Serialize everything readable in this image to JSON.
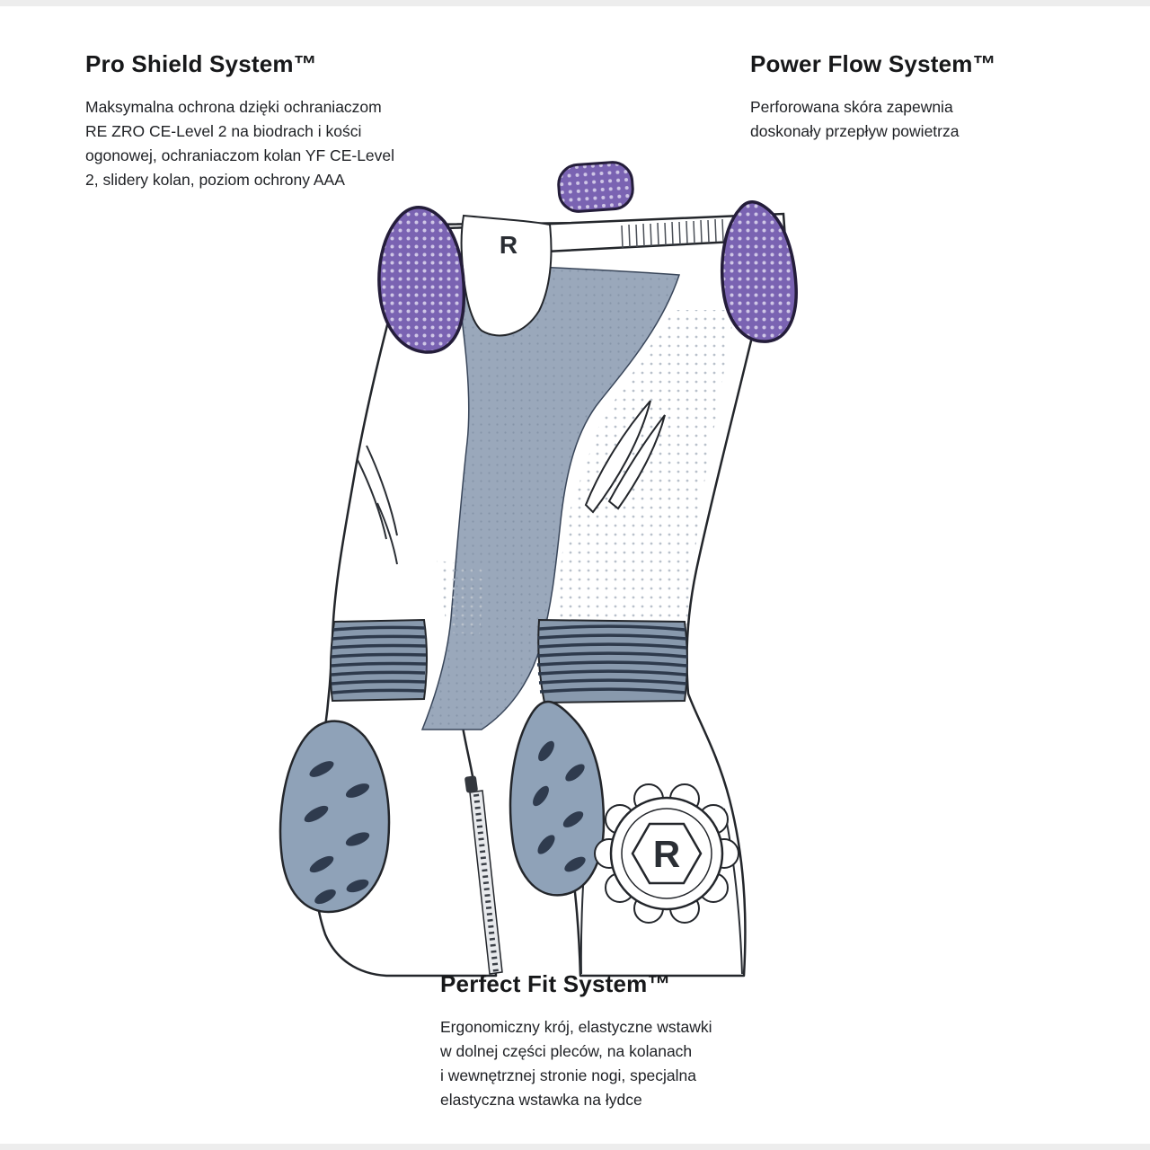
{
  "features": {
    "pro_shield": {
      "title": "Pro Shield System™",
      "lines": [
        "Maksymalna ochrona dzięki ochraniaczom",
        "RE ZRO CE-Level 2 na biodrach i kości",
        "ogonowej, ochraniaczom kolan YF CE-Level",
        "2, slidery kolan, poziom ochrony AAA"
      ]
    },
    "power_flow": {
      "title": "Power Flow System™",
      "lines": [
        "Perforowana skóra zapewnia",
        "doskonały przepływ powietrza"
      ]
    },
    "perfect_fit": {
      "title": "Perfect Fit System™",
      "lines": [
        "Ergonomiczny krój, elastyczne wstawki",
        "w dolnej części pleców, na kolanach",
        "i wewnętrznej stronie nogi, specjalna",
        "elastyczna wstawka na łydce"
      ]
    }
  },
  "illustration": {
    "subject": "motorcycle-racing-pants-technical-drawing",
    "brand_mark": "R",
    "patch_letter": "R",
    "colors": {
      "outline": "#23262b",
      "protector_purple": "#7a63b2",
      "protector_dot": "#cfc6e6",
      "stretch_gray": "#9aa8bb",
      "slider_gray": "#8fa2b8",
      "rib_line": "#2e3a4c",
      "slot_dark": "#2f3b4e"
    }
  }
}
